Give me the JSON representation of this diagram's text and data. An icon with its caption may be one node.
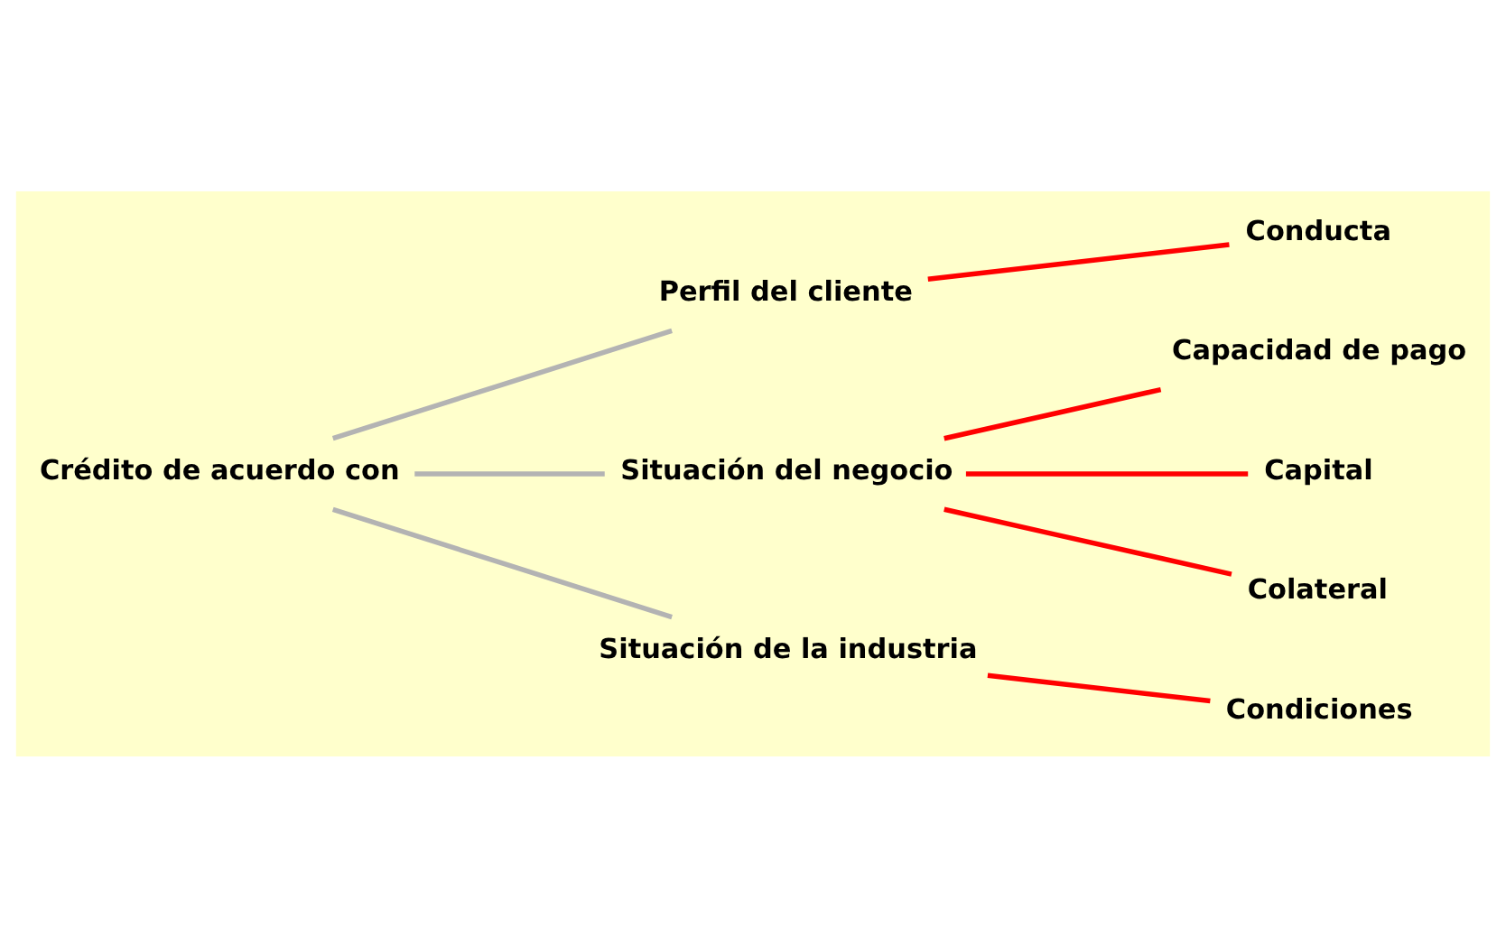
{
  "diagram": {
    "nodes": [
      {
        "text": [
          "Crédito de acuerdo con"
        ]
      },
      {
        "text": [
          "Perfil del cliente"
        ]
      },
      {
        "text": [
          "Situación del negocio"
        ]
      },
      {
        "text": [
          "Situación de la industria"
        ]
      },
      {
        "text": [
          "Conducta"
        ]
      },
      {
        "text": [
          "Capacidad de pago"
        ]
      },
      {
        "text": [
          "Capital"
        ]
      },
      {
        "text": [
          "Colateral"
        ]
      },
      {
        "text": [
          "Condiciones"
        ]
      }
    ],
    "edges": [
      {
        "from": 0,
        "to": 1,
        "arrow": "none",
        "color": "#b3b3b3"
      },
      {
        "from": 0,
        "to": 2,
        "arrow": "none",
        "color": "#b3b3b3"
      },
      {
        "from": 0,
        "to": 3,
        "arrow": "none",
        "color": "#b3b3b3"
      },
      {
        "from": 1,
        "to": 4,
        "arrow": "none"
      },
      {
        "from": 2,
        "to": 5,
        "arrow": "none"
      },
      {
        "from": 2,
        "to": 6,
        "arrow": "none"
      },
      {
        "from": 2,
        "to": 7,
        "arrow": "none"
      },
      {
        "from": 3,
        "to": 8,
        "arrow": "none"
      }
    ]
  }
}
